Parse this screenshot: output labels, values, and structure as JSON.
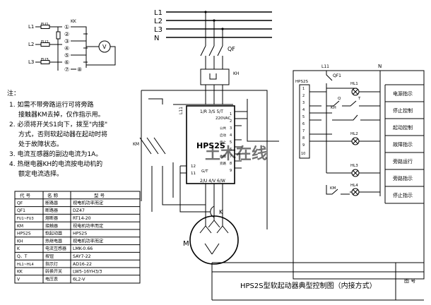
{
  "bus": {
    "phases": [
      "L1",
      "L2",
      "L3",
      "N"
    ]
  },
  "switch_diagram": {
    "line_labels": [
      "L1",
      "L2",
      "L3"
    ],
    "fuse_labels": [
      "FU1",
      "FU2",
      "FU3"
    ],
    "switch_label": "KK",
    "terminals": [
      "①",
      "②",
      "③",
      "④",
      "⑤",
      "⑥",
      "⑦",
      "⑧"
    ],
    "meter_label": "V"
  },
  "main_circuit": {
    "breaker_label": "QF",
    "relay_label": "KH",
    "bypass_label": "KM",
    "l11_label": "L11",
    "motor_label": "M",
    "ct_label": "K",
    "starter": {
      "model": "HPS2S",
      "top_terminals": "1/R  3/S  5/T",
      "voltage": "220VAC",
      "bottom_terminals": "2/U  4/V  6/W",
      "gt_label": "G/T",
      "pin_left": [
        "12",
        "11"
      ],
      "pin_right": [
        "1",
        "2",
        "3",
        "4",
        "5",
        "6",
        "7",
        "8",
        "9"
      ],
      "side_labels": [
        "公共",
        "启动",
        "停止",
        "故障",
        "旁路"
      ]
    }
  },
  "control_circuit": {
    "l11_label": "L11",
    "n_label": "N",
    "qf1_label": "QF1",
    "module_label": "HPS2S",
    "module_pins": [
      "1",
      "2",
      "3",
      "4",
      "5",
      "6",
      "7",
      "8",
      "9",
      "10"
    ],
    "km_label": "KM",
    "lamps": [
      "HL1",
      "HL2",
      "HL3",
      "HL4"
    ],
    "switch_labels": [
      "Q",
      "T"
    ],
    "functions": [
      "电源指示",
      "停止控制",
      "起动控制",
      "故障指示",
      "旁路运行",
      "旁路指示",
      "停止指示"
    ]
  },
  "notes": {
    "heading": "注：",
    "items": [
      "1. 如需不带旁路运行可将旁路",
      "接触器KM去掉，仅作指示用。",
      "2. 必须将开关S1向下，拨至\"内接\"",
      "方式，否则软起动器在起动时将",
      "处于故障状态。",
      "3. 电流互感器的副边电流为1A。",
      "4. 热继电器KH的电流按电动机的",
      "额定电流选择。"
    ]
  },
  "parts_table": {
    "headers": [
      "代  号",
      "名  称",
      "型  号"
    ],
    "rows": [
      [
        "QF",
        "断路器",
        "视电机功率而定"
      ],
      [
        "QF1",
        "断路器",
        "DZ47"
      ],
      [
        "FU1~FU3",
        "熔断器",
        "RT14-20"
      ],
      [
        "KM",
        "接触器",
        "视电机功率而定"
      ],
      [
        "HPS2S",
        "软起动器",
        "HPS2S"
      ],
      [
        "KH",
        "热继电器",
        "视电机功率而定"
      ],
      [
        "K",
        "电流互感器",
        "LMK-0.66"
      ],
      [
        "Q、T",
        "按钮",
        "SAY7-22"
      ],
      [
        "HL1~HL4",
        "指示灯",
        "AD16-22"
      ],
      [
        "KK",
        "转换开关",
        "LW5-16YH3/3"
      ],
      [
        "V",
        "电压表",
        "6L2-V"
      ]
    ]
  },
  "title_block": {
    "title": "HPS2S型软起动器典型控制图（内接方式）",
    "sheet_label": "图  号"
  },
  "watermark": {
    "text": "土木在线"
  }
}
